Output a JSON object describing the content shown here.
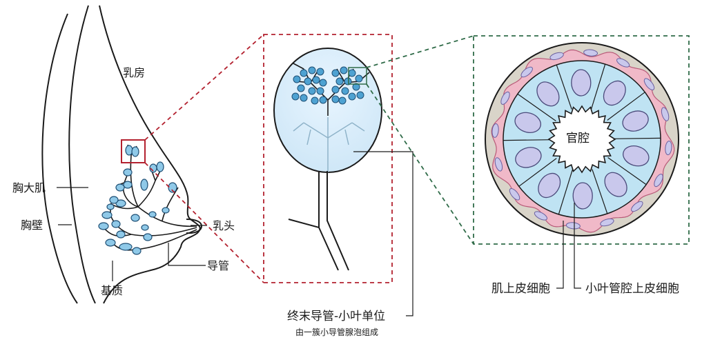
{
  "diagram": {
    "labels": {
      "breast": "乳房",
      "pectoralis": "胸大肌",
      "chest_wall": "胸壁",
      "nipple": "乳头",
      "duct": "导管",
      "stroma": "基质",
      "tdlu_title": "终末导管-小叶单位",
      "tdlu_sub": "由一簇小导管腺泡组成",
      "lumen": "官腔",
      "myoepithelial": "肌上皮细胞",
      "luminal_epithelial": "小叶管腔上皮细胞"
    },
    "colors": {
      "outline": "#1a1a1a",
      "acinus_fill": "#5aa9d6",
      "acinus_stroke": "#1f4f74",
      "lobule_fill": "#dcefff",
      "cell_fill": "#bfe3f3",
      "nucleus_fill": "#c9c8ec",
      "myoepithelial_fill": "#f0b9c8",
      "basement_fill": "#d9d4c9",
      "red_frame": "#b3202e",
      "green_frame": "#2f6b48"
    }
  }
}
